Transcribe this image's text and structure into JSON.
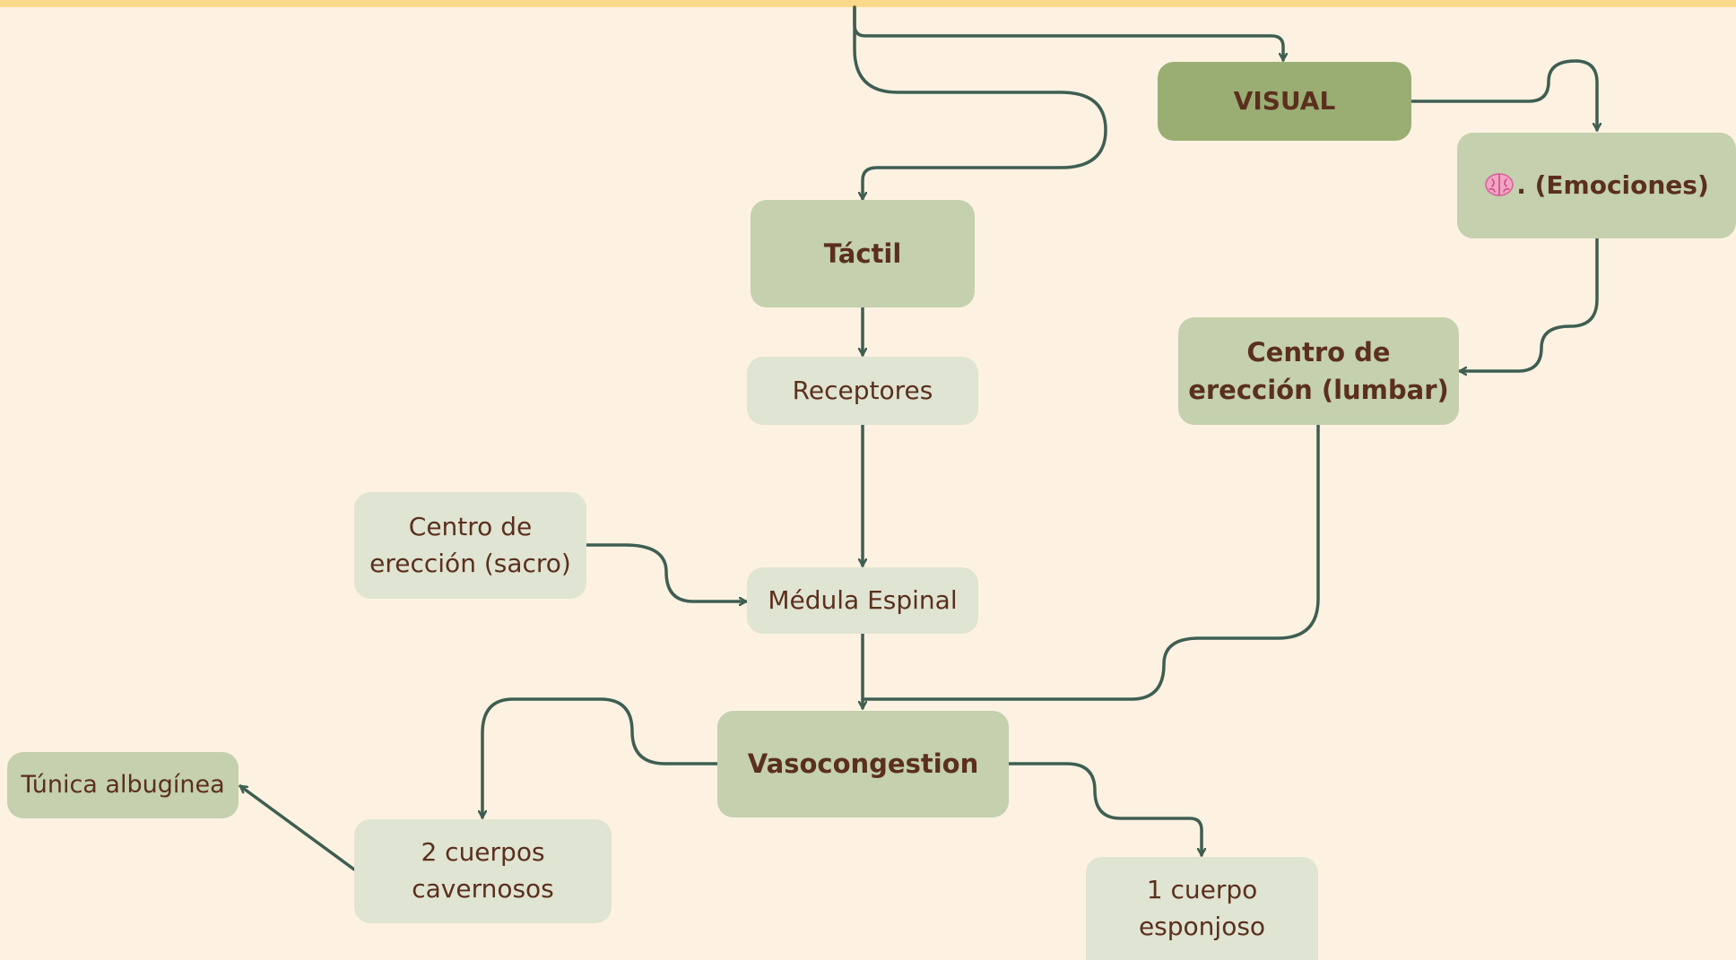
{
  "diagram": {
    "nodes": {
      "visual": "VISUAL",
      "emociones_icon": "brain-icon",
      "emociones": ". (Emociones)",
      "tactil": "Táctil",
      "receptores": "Receptores",
      "centro_lumbar_line1": "Centro de",
      "centro_lumbar_line2": "erección (lumbar)",
      "centro_sacro_line1": "Centro de",
      "centro_sacro_line2": "erección (sacro)",
      "medula": "Médula Espinal",
      "vasocongestion": "Vasocongestion",
      "tunica": "Túnica albugínea",
      "cavernosos_line1": "2 cuerpos",
      "cavernosos_line2": "cavernosos",
      "esponjoso_line1": "1 cuerpo",
      "esponjoso_line2": "esponjoso"
    },
    "colors": {
      "background": "#fdf2e1",
      "top_strip": "#fbd98a",
      "node_dark": "#9aae74",
      "node_mid": "#c4d0ae",
      "node_light": "#e0e4d2",
      "connector": "#3f5e52",
      "text": "#5b2f1d"
    }
  }
}
